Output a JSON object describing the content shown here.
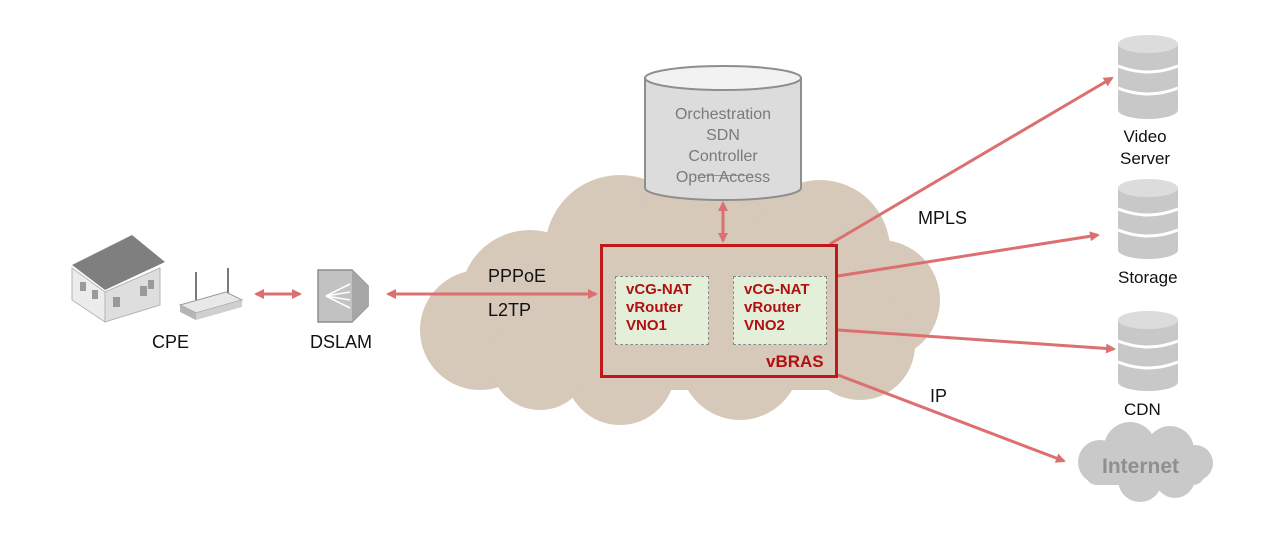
{
  "nodes": {
    "cpe": "CPE",
    "dslam": "DSLAM",
    "orchestration": [
      "Orchestration",
      "SDN",
      "Controller",
      "Open Access"
    ],
    "video_server": [
      "Video",
      "Server"
    ],
    "storage": "Storage",
    "cdn": "CDN",
    "internet": "Internet"
  },
  "protocols": {
    "pppoe": "PPPoE",
    "l2tp": "L2TP",
    "mpls": "MPLS",
    "ip": "IP"
  },
  "vbras": {
    "label": "vBRAS",
    "vno1": [
      "vCG-NAT",
      "vRouter",
      "VNO1"
    ],
    "vno2": [
      "vCG-NAT",
      "vRouter",
      "VNO2"
    ]
  },
  "colors": {
    "arrow": "#dc7070",
    "cloud": "#d6c9b9",
    "vbras_border": "#c0181b",
    "vno_fill": "#e3efd9",
    "vno_text": "#b01010",
    "db_fill": "#c8c8c8"
  }
}
